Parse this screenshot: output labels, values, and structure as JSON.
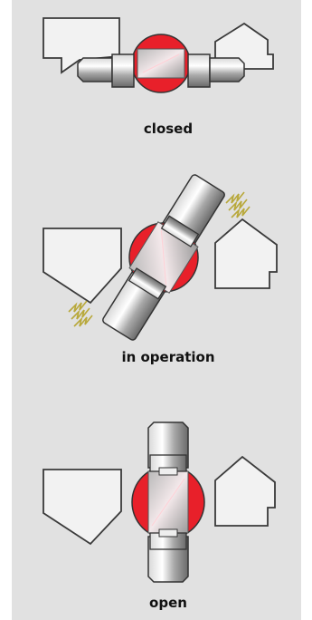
{
  "colors": {
    "panel_background": "#e1e1e1",
    "rotor": "#e8202a",
    "housing_fill": "#f2f2f2",
    "housing_stroke": "#3a3a3a",
    "vibration": "#b8a83a"
  },
  "states": [
    {
      "label": "closed"
    },
    {
      "label": "in operation"
    },
    {
      "label": "open"
    }
  ],
  "icons": [
    "spark-icon"
  ]
}
